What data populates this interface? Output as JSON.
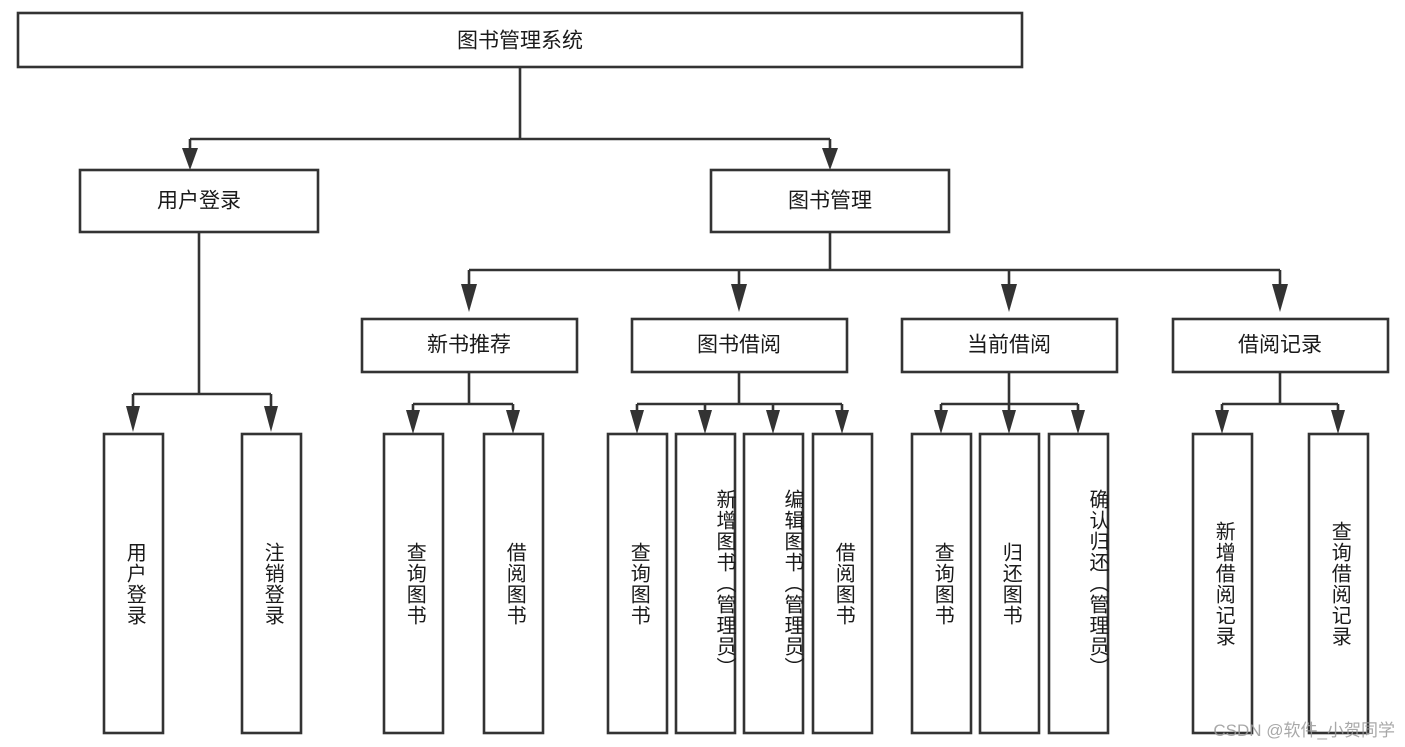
{
  "diagram": {
    "type": "tree-hierarchy",
    "title": "图书管理系统",
    "watermark": "CSDN @软件_小贺同学",
    "colors": {
      "stroke": "#333333",
      "box_fill": "#ffffff",
      "text": "#1a1a1a",
      "background": "#ffffff",
      "watermark": "#9a9a9a"
    },
    "levels": {
      "root": {
        "label": "图书管理系统"
      },
      "level2": [
        {
          "id": "user-login",
          "label": "用户登录"
        },
        {
          "id": "book-manage",
          "label": "图书管理"
        }
      ],
      "level3": [
        {
          "id": "new-book-rec",
          "label": "新书推荐",
          "parent": "book-manage"
        },
        {
          "id": "book-borrow",
          "label": "图书借阅",
          "parent": "book-manage"
        },
        {
          "id": "current-borrow",
          "label": "当前借阅",
          "parent": "book-manage"
        },
        {
          "id": "borrow-record",
          "label": "借阅记录",
          "parent": "book-manage"
        }
      ],
      "leaves": [
        {
          "id": "leaf-user-login",
          "label": "用户登录",
          "parent": "user-login"
        },
        {
          "id": "leaf-user-logout",
          "label": "注销登录",
          "parent": "user-login"
        },
        {
          "id": "leaf-query-book-1",
          "label": "查询图书",
          "parent": "new-book-rec"
        },
        {
          "id": "leaf-borrow-book-1",
          "label": "借阅图书",
          "parent": "new-book-rec"
        },
        {
          "id": "leaf-query-book-2",
          "label": "查询图书",
          "parent": "book-borrow"
        },
        {
          "id": "leaf-add-book",
          "label": "新增图书（管理员）",
          "parent": "book-borrow"
        },
        {
          "id": "leaf-edit-book",
          "label": "编辑图书（管理员）",
          "parent": "book-borrow"
        },
        {
          "id": "leaf-borrow-book-2",
          "label": "借阅图书",
          "parent": "book-borrow"
        },
        {
          "id": "leaf-query-book-3",
          "label": "查询图书",
          "parent": "current-borrow"
        },
        {
          "id": "leaf-return-book",
          "label": "归还图书",
          "parent": "current-borrow"
        },
        {
          "id": "leaf-confirm-return",
          "label": "确认归还（管理员）",
          "parent": "current-borrow"
        },
        {
          "id": "leaf-add-record",
          "label": "新增借阅记录",
          "parent": "borrow-record"
        },
        {
          "id": "leaf-query-record",
          "label": "查询借阅记录",
          "parent": "borrow-record"
        }
      ]
    }
  }
}
